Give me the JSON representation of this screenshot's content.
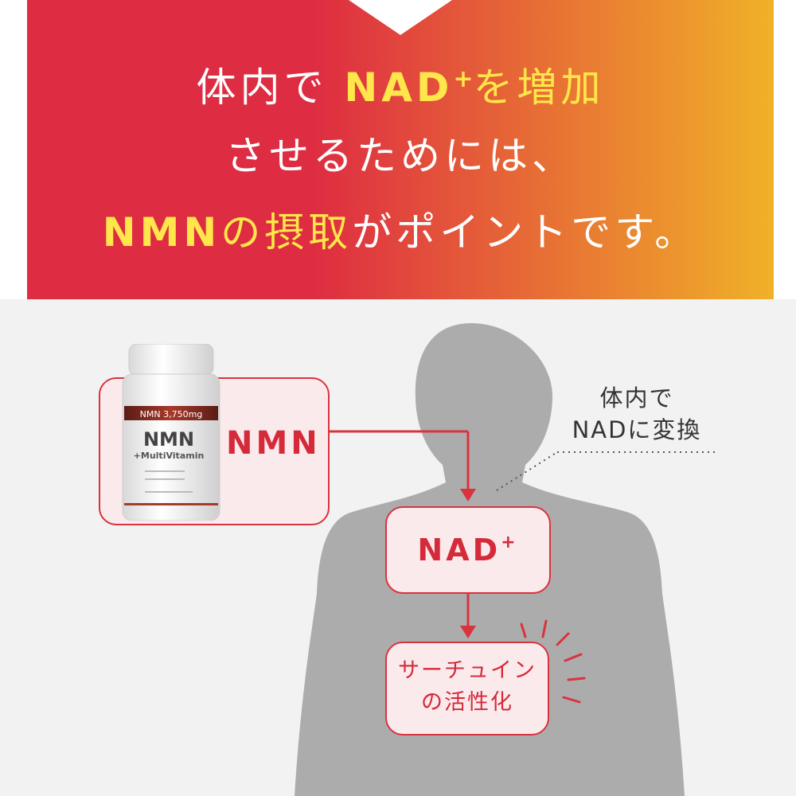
{
  "banner": {
    "line1_pre": "体内で",
    "line1_nad": "NAD",
    "line1_plus": "+",
    "line1_post": "を増加",
    "line2": "させるためには、",
    "line3_nmn": "NMN",
    "line3_mid": "の",
    "line3_hl": "摂取",
    "line3_post": "がポイントです。",
    "gradient_from": "#de2c42",
    "gradient_to": "#f0b128",
    "highlight_color": "#ffe64a"
  },
  "diagram": {
    "nmn_label": "NMN",
    "nad_label": "NAD",
    "nad_plus": "+",
    "sirtuin_line1": "サーチュイン",
    "sirtuin_line2": "の活性化",
    "note_line1": "体内で",
    "note_line2": "NADに変換",
    "accent_color": "#d9333f"
  },
  "bottle": {
    "band_text": "NMN 3,750mg",
    "name": "NMN",
    "sub": "+MultiVitamin"
  }
}
